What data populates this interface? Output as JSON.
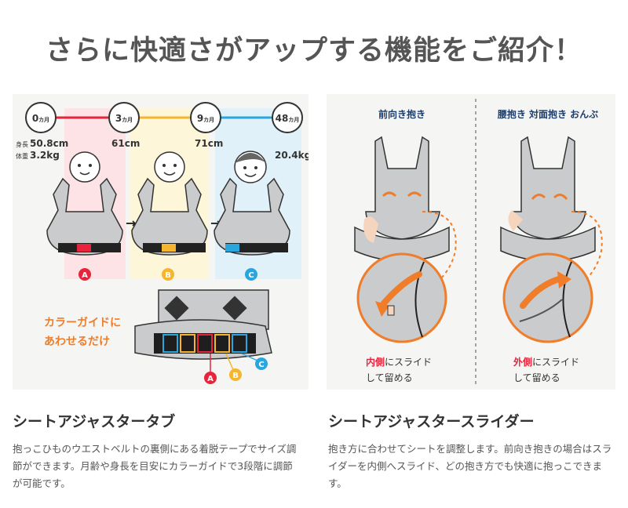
{
  "page": {
    "title": "さらに快適さがアップする機能をご紹介！"
  },
  "left_panel": {
    "ages": [
      "0",
      "3",
      "9",
      "48"
    ],
    "age_unit": "カ月",
    "height_label": "身長",
    "weight_label": "体重",
    "height_values": [
      "50.8cm",
      "61cm",
      "71cm"
    ],
    "weight_values": [
      "3.2kg",
      "20.4kg"
    ],
    "guide_line1": "カラーガイドに",
    "guide_line2": "あわせるだけ",
    "markers": [
      "A",
      "B",
      "C"
    ],
    "colors": {
      "red": "#e8243c",
      "yellow": "#f5b52e",
      "blue": "#29a6de",
      "orange": "#f07d2a"
    }
  },
  "right_panel": {
    "left_heading": "前向き抱き",
    "right_heading": "腰抱き  対面抱き  おんぶ",
    "left_caption_em": "内側",
    "left_caption_rest": "にスライド",
    "left_caption_line2": "して留める",
    "right_caption_em": "外側",
    "right_caption_rest": "にスライド",
    "right_caption_line2": "して留める"
  },
  "sections": [
    {
      "heading": "シートアジャスタータブ",
      "lines": [
        "抱っこひものウエストベルトの裏側にある着脱テープでサイズ調",
        "節ができます。月齢や身長を目安にカラーガイドで3段階に調節",
        "が可能です。"
      ]
    },
    {
      "heading": "シートアジャスタースライダー",
      "lines": [
        "抱き方に合わせてシートを調整します。前向き抱きの場合はスラ",
        "イダーを内側へスライド、どの抱き方でも快適に抱っこできま",
        "す。"
      ]
    }
  ]
}
